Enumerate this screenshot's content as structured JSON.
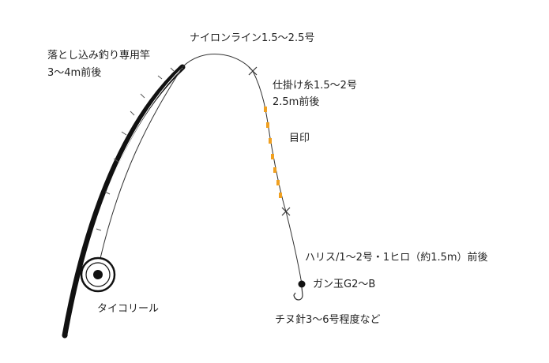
{
  "labels": {
    "rod_line1": "落とし込み釣り専用竿",
    "rod_line2": "3～4m前後",
    "main_line": "ナイロンライン1.5～2.5号",
    "leader_line1": "仕掛け糸1.5～2号",
    "leader_line2": "2.5m前後",
    "marker": "目印",
    "harris": "ハリス/1～2号・1ヒロ（約1.5m）前後",
    "sinker": "ガン玉G2～B",
    "reel": "タイコリール",
    "hook": "チヌ針3～6号程度など"
  },
  "colors": {
    "rod": "#111111",
    "line": "#333333",
    "marker": "#f0a020",
    "reel_outline": "#111111"
  }
}
